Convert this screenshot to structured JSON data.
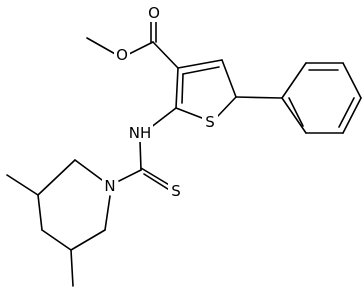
{
  "molecule": {
    "atoms": [
      {
        "id": "O1",
        "label": "O"
      },
      {
        "id": "O2",
        "label": "O"
      },
      {
        "id": "S1",
        "label": "S"
      },
      {
        "id": "N1",
        "label": "NH"
      },
      {
        "id": "S2",
        "label": "S"
      },
      {
        "id": "N2",
        "label": "N"
      }
    ],
    "colors": {
      "bond": "#000000",
      "label": "#000000",
      "background": "#ffffff"
    }
  }
}
